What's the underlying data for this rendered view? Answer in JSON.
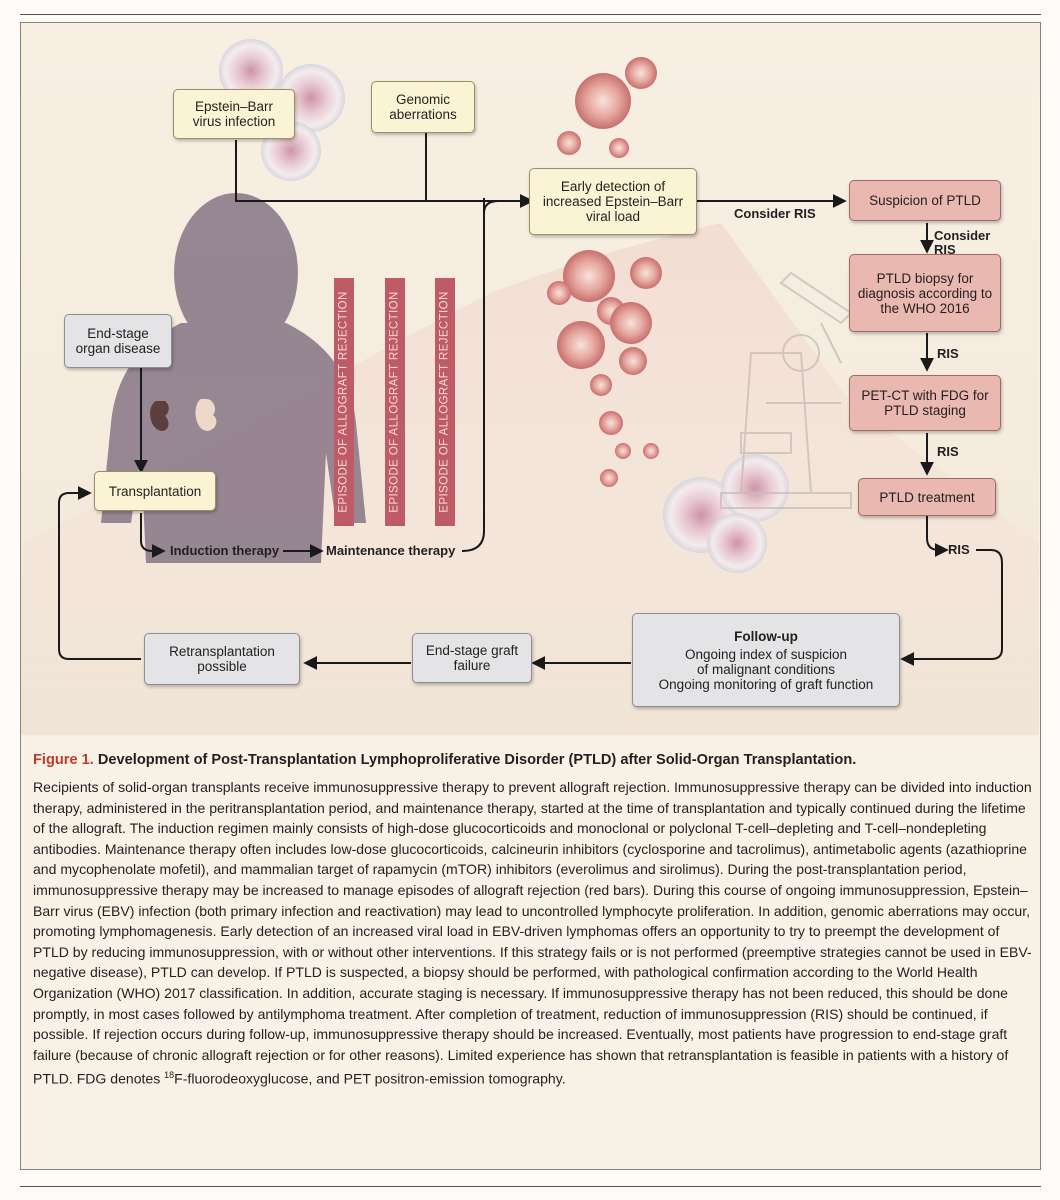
{
  "diagram": {
    "boxes": {
      "ebv_infection": "Epstein–Barr virus infection",
      "genomic": "Genomic aberrations",
      "early_detection": "Early detection of increased Epstein–Barr viral load",
      "end_stage_disease": "End-stage organ disease",
      "transplantation": "Transplantation",
      "suspicion": "Suspicion of PTLD",
      "biopsy": "PTLD biopsy for diagnosis according to the WHO 2016",
      "petct": "PET-CT with FDG for PTLD staging",
      "treatment": "PTLD treatment",
      "followup_title": "Follow-up",
      "followup_line1": "Ongoing index of suspicion of malignant conditions",
      "followup_line2": "Ongoing monitoring of graft function",
      "graft_failure": "End-stage graft failure",
      "retransplant": "Retransplantation possible"
    },
    "labels": {
      "consider_ris_1": "Consider RIS",
      "consider_ris_2": "Consider RIS",
      "ris_1": "RIS",
      "ris_2": "RIS",
      "ris_3": "RIS",
      "induction": "Induction therapy",
      "maintenance": "Maintenance therapy"
    },
    "bars": [
      "EPISODE OF ALLOGRAFT REJECTION",
      "EPISODE OF ALLOGRAFT REJECTION",
      "EPISODE OF ALLOGRAFT REJECTION"
    ],
    "colors": {
      "yellow_box": "#fbf4d4",
      "pink_box": "#e9b8b0",
      "gray_box": "#e4e3e5",
      "rejection_bar": "#bf5a67",
      "figure_label": "#c0392b"
    }
  },
  "caption": {
    "figure_label": "Figure 1.",
    "title": "Development of Post-Transplantation Lymphoproliferative Disorder (PTLD) after Solid-Organ Transplantation.",
    "body_before_sup": "Recipients of solid-organ transplants receive immunosuppressive therapy to prevent allograft rejection. Immunosuppressive therapy can be divided into induction therapy, administered in the peritransplantation period, and maintenance therapy, started at the time of transplantation and typically continued during the lifetime of the allograft. The induction regimen mainly consists of high-dose glucocorticoids and monoclonal or polyclonal T-cell–depleting and T-cell–nondepleting antibodies. Maintenance therapy often includes low-dose glucocorticoids, calcineurin inhibitors (cyclosporine and tacrolimus), antimetabolic agents (azathioprine and mycophenolate mofetil), and mammalian target of rapamycin (mTOR) inhibitors (everolimus and sirolimus). During the post-transplantation period, immunosuppressive therapy may be increased to manage episodes of allograft rejection (red bars). During this course of ongoing immunosuppression, Epstein–Barr virus (EBV) infection (both primary infection and reactivation) may lead to uncontrolled lymphocyte proliferation. In addition, genomic aberrations may occur, promoting lymphomagenesis. Early detection of an increased viral load in EBV-driven lymphomas offers an opportunity to try to preempt the development of PTLD by reducing immunosuppression, with or without other interventions. If this strategy fails or is not performed (preemptive strategies cannot be used in EBV-negative disease), PTLD can develop. If PTLD is suspected, a biopsy should be performed, with pathological confirmation according to the World Health Organization (WHO) 2017 classification. In addition, accurate staging is necessary. If immunosuppressive therapy has not been reduced, this should be done promptly, in most cases followed by antilymphoma treatment. After completion of treatment, reduction of immunosuppression (RIS) should be continued, if possible. If rejection occurs during follow-up, immunosuppressive therapy should be increased. Eventually, most patients have progression to end-stage graft failure (because of chronic allograft rejection or for other reasons). Limited experience has shown that retransplantation is feasible in patients with a history of PTLD. FDG denotes ",
    "sup": "18",
    "body_after_sup": "F-fluorodeoxyglucose, and PET positron-emission tomography."
  }
}
